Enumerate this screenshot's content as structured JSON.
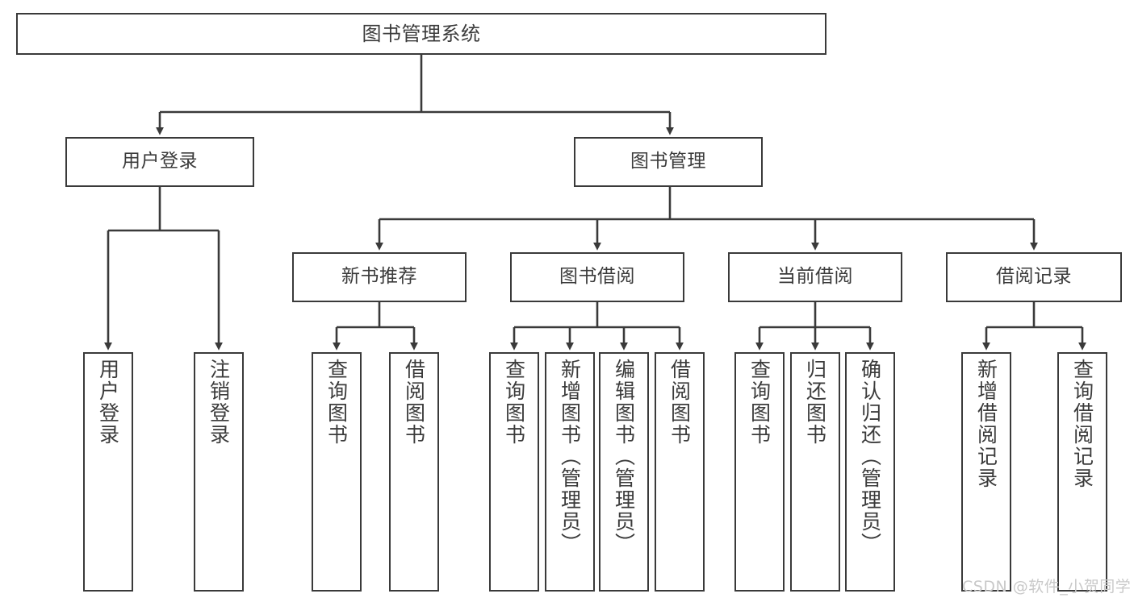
{
  "diagram": {
    "title": "图书管理系统",
    "type": "tree-hierarchy",
    "watermark": "CSDN @软件_小贺同学",
    "colors": {
      "node_border": "#3a3a3a",
      "node_fill": "#ffffff",
      "edge": "#3a3a3a",
      "text": "#3b3b3b",
      "watermark": "#c9c9c9",
      "background": "#ffffff"
    },
    "nodes": {
      "root": {
        "label": "图书管理系统"
      },
      "level2": [
        {
          "label": "用户登录"
        },
        {
          "label": "图书管理"
        }
      ],
      "level3": [
        {
          "label": "新书推荐"
        },
        {
          "label": "图书借阅"
        },
        {
          "label": "当前借阅"
        },
        {
          "label": "借阅记录"
        }
      ],
      "leaves": {
        "user_login": [
          {
            "label": "用户登录"
          },
          {
            "label": "注销登录"
          }
        ],
        "new_book_recommend": [
          {
            "label": "查询图书"
          },
          {
            "label": "借阅图书"
          }
        ],
        "book_borrow": [
          {
            "label": "查询图书"
          },
          {
            "label": "新增图书（管理员）"
          },
          {
            "label": "编辑图书（管理员）"
          },
          {
            "label": "借阅图书"
          }
        ],
        "current_borrow": [
          {
            "label": "查询图书"
          },
          {
            "label": "归还图书"
          },
          {
            "label": "确认归还（管理员）"
          }
        ],
        "borrow_record": [
          {
            "label": "新增借阅记录"
          },
          {
            "label": "查询借阅记录"
          }
        ]
      }
    }
  }
}
